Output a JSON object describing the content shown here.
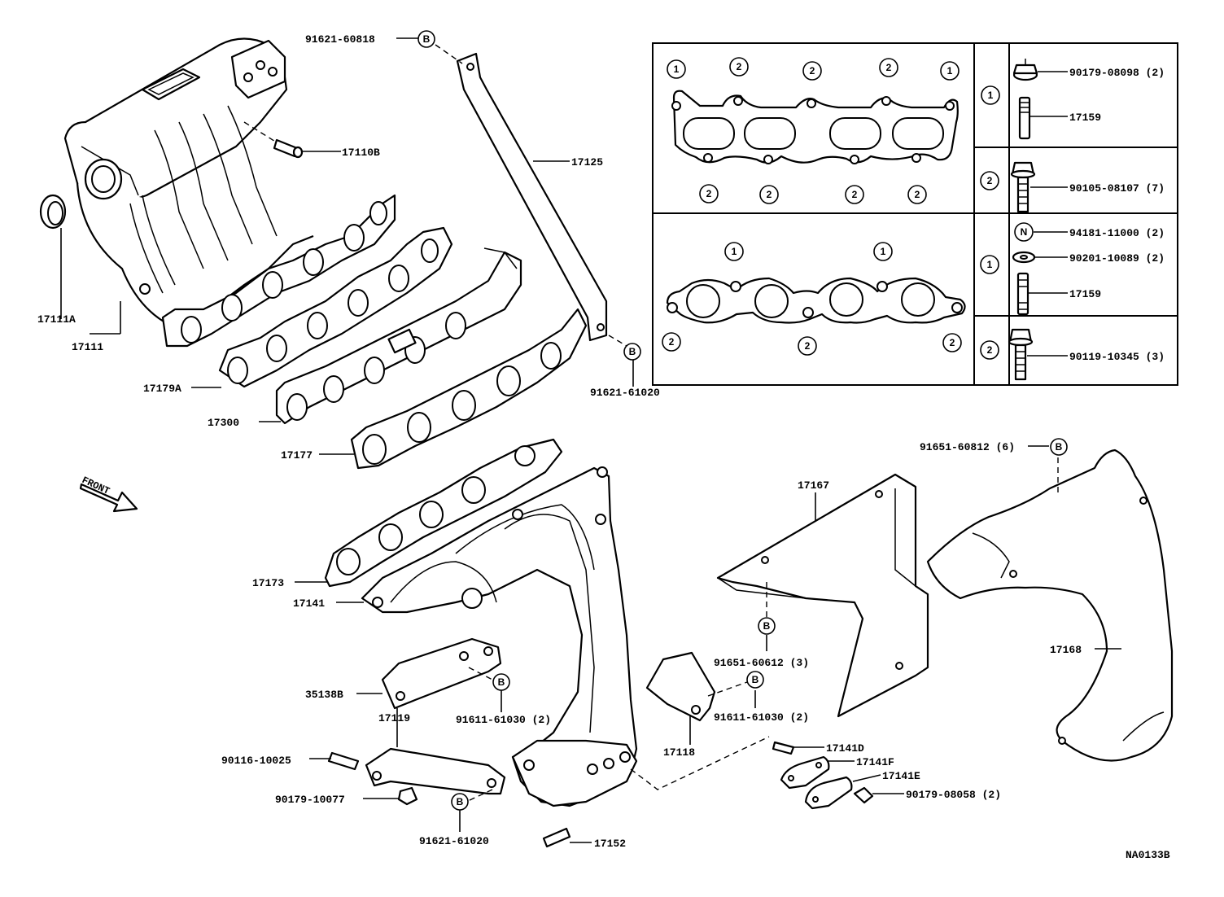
{
  "callouts": {
    "p_91621_60818": "91621-60818",
    "p_17110B": "17110B",
    "p_17125": "17125",
    "p_17111A": "17111A",
    "p_17111": "17111",
    "p_17179A": "17179A",
    "p_17300": "17300",
    "p_17177": "17177",
    "p_91621_61020_top": "91621-61020",
    "p_91651_60812_6": "91651-60812 (6)",
    "p_17167": "17167",
    "p_17173": "17173",
    "p_17141": "17141",
    "p_91651_60612_3": "91651-60612 (3)",
    "p_17168": "17168",
    "p_35138B": "35138B",
    "p_17119": "17119",
    "p_91611_61030_2_a": "91611-61030 (2)",
    "p_91611_61030_2_b": "91611-61030 (2)",
    "p_17118": "17118",
    "p_90116_10025": "90116-10025",
    "p_90179_10077": "90179-10077",
    "p_91621_61020_bot": "91621-61020",
    "p_17152": "17152",
    "p_17141D": "17141D",
    "p_17141F": "17141F",
    "p_17141E": "17141E",
    "p_90179_08058_2": "90179-08058 (2)",
    "front": "FRONT",
    "diagram_id": "NA0133B",
    "b_marker": "B"
  },
  "legend": {
    "marks": {
      "one": "1",
      "two": "2",
      "n": "N"
    },
    "upper_section": [
      {
        "key": "1",
        "part": "90179-08098 (2)"
      },
      {
        "key": "1",
        "part": "17159"
      },
      {
        "key": "2",
        "part": "90105-08107 (7)"
      }
    ],
    "lower_section": [
      {
        "key": "1",
        "part": "94181-11000 (2)"
      },
      {
        "key": "1",
        "part": "90201-10089 (2)"
      },
      {
        "key": "1",
        "part": "17159"
      },
      {
        "key": "2",
        "part": "90119-10345 (3)"
      }
    ]
  }
}
